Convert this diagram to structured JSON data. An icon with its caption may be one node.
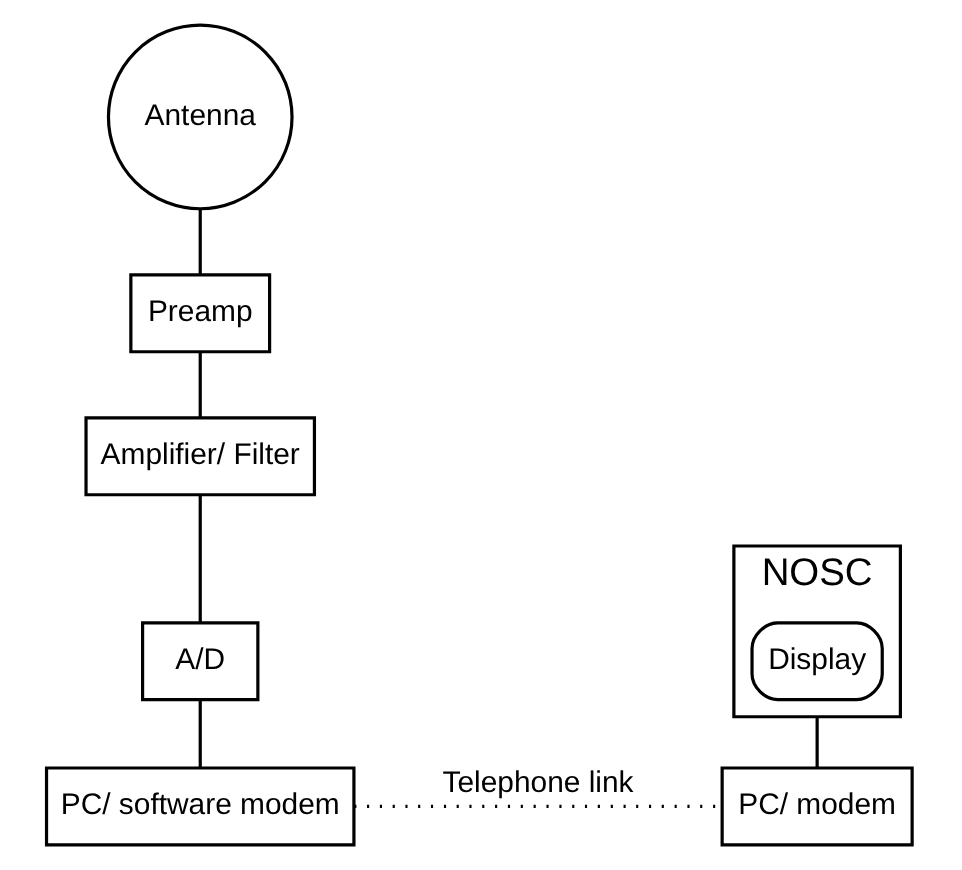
{
  "diagram": {
    "nodes": [
      {
        "text": [
          "Antenna"
        ]
      },
      {
        "text": [
          "Preamp"
        ]
      },
      {
        "text": [
          "Amplifier/ Filter"
        ]
      },
      {
        "text": [
          "A/D"
        ]
      },
      {
        "text": [
          "PC/ software modem"
        ]
      },
      {
        "text": [
          "NOSC"
        ]
      },
      {
        "text": [
          "Display"
        ],
        "in": 5
      },
      {
        "text": [
          "PC/ modem"
        ]
      }
    ],
    "edges": [
      {
        "from": 0,
        "to": 1,
        "arrow": "none"
      },
      {
        "from": 1,
        "to": 2,
        "arrow": "none"
      },
      {
        "from": 2,
        "to": 3,
        "arrow": "none"
      },
      {
        "from": 3,
        "to": 4,
        "arrow": "none"
      },
      {
        "from": 4,
        "to": 7,
        "arrow": "none",
        "label": "Telephone link",
        "style": "dashed"
      },
      {
        "from": 5,
        "to": 7,
        "arrow": "none"
      }
    ]
  }
}
